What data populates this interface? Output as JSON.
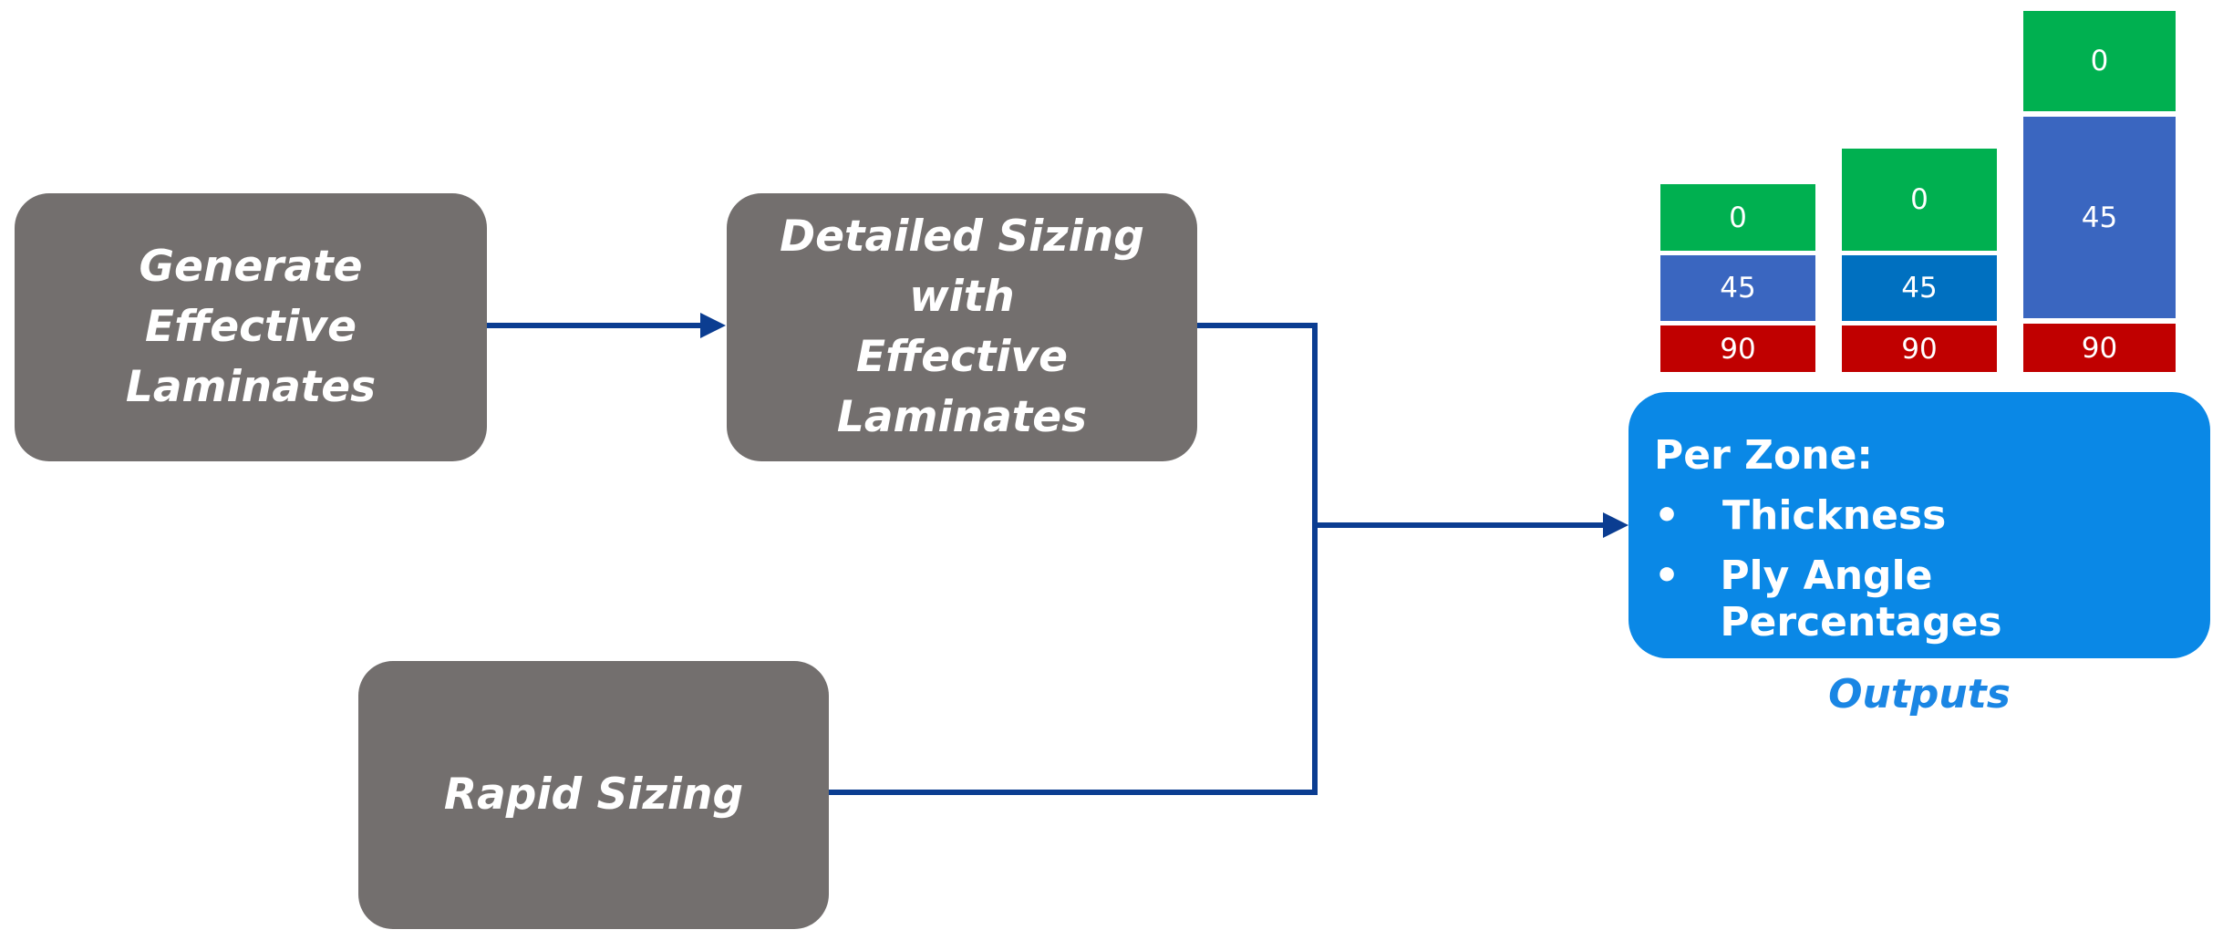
{
  "process_boxes": {
    "generate": {
      "line1": "Generate",
      "line2": "Effective Laminates"
    },
    "detailed": {
      "line1": "Detailed Sizing with",
      "line2": "Effective Laminates"
    },
    "rapid": {
      "line1": "Rapid Sizing"
    }
  },
  "laminate_stacks": [
    {
      "segments": [
        {
          "angle": "0",
          "color": "#00b050"
        },
        {
          "angle": "45",
          "color": "#3a66c0"
        },
        {
          "angle": "90",
          "color": "#c00000"
        }
      ]
    },
    {
      "segments": [
        {
          "angle": "0",
          "color": "#00b050"
        },
        {
          "angle": "45",
          "color": "#0070c0"
        },
        {
          "angle": "90",
          "color": "#c00000"
        }
      ]
    },
    {
      "segments": [
        {
          "angle": "0",
          "color": "#00b050"
        },
        {
          "angle": "45",
          "color": "#3a66c0"
        },
        {
          "angle": "90",
          "color": "#c00000"
        }
      ]
    }
  ],
  "outputs": {
    "heading": "Per Zone:",
    "bullet_symbol": "•",
    "items": [
      "Thickness",
      "Ply Angle Percentages"
    ],
    "label": "Outputs"
  },
  "colors": {
    "process_box": "#736f6e",
    "arrow": "#0b3d91",
    "outputs_box": "#0a88e6",
    "outputs_label": "#1a86e4"
  }
}
